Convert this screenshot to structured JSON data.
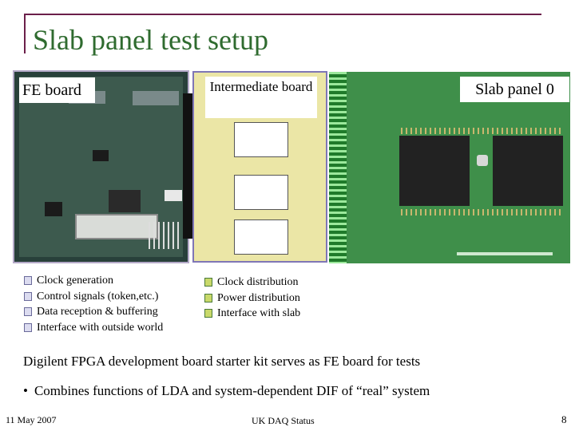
{
  "slide": {
    "title": "Slab panel test setup"
  },
  "diagram": {
    "fe_label": "FE board",
    "intermediate_label": "Intermediate board",
    "slab_label": "Slab panel 0"
  },
  "fe_list": {
    "items": [
      "Clock generation",
      "Control signals (token,etc.)",
      "Data reception & buffering",
      "Interface with outside world"
    ]
  },
  "inter_list": {
    "items": [
      "Clock distribution",
      "Power distribution",
      "Interface with slab"
    ]
  },
  "body": {
    "statement": "Digilent FPGA development board starter kit serves as FE board for tests",
    "bullet_char": "•",
    "sub_bullet": "Combines functions of LDA and system-dependent DIF of “real” system"
  },
  "footer": {
    "date": "11 May 2007",
    "center": "UK DAQ Status",
    "page": "8"
  },
  "colors": {
    "title": "#2f6b2f",
    "title_rule": "#6b1f4a",
    "intermediate_fill": "#ebe6a6",
    "intermediate_border": "#7f76b6",
    "slab_pcb": "#3f8f4a"
  }
}
